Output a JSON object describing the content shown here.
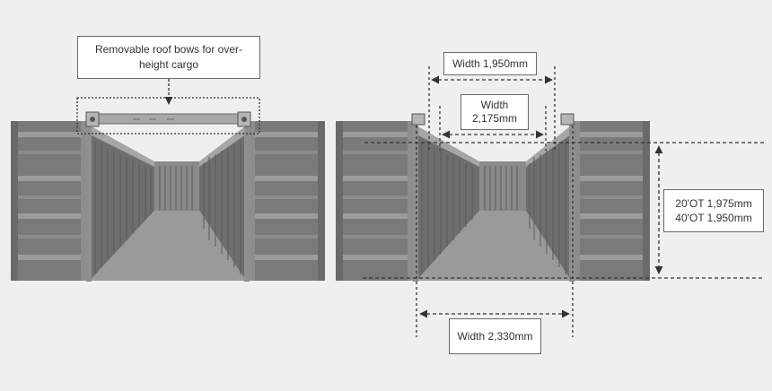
{
  "colors": {
    "background": "#efefef",
    "container_body": "#7a7a7a",
    "container_stripe": "#9c9c9c",
    "floor": "#9a9a9a",
    "interior_wall": "#6e6e6e",
    "dimension_line": "#333333"
  },
  "callouts": {
    "roof_bows": "Removable roof bows for over-height cargo",
    "top_width_1950": "Width 1,950mm",
    "top_width_2175_line1": "Width",
    "top_width_2175_line2": "2,175mm",
    "bottom_width_2330": "Width 2,330mm",
    "height_20ot": "20'OT 1,975mm",
    "height_40ot": "40'OT 1,950mm"
  }
}
